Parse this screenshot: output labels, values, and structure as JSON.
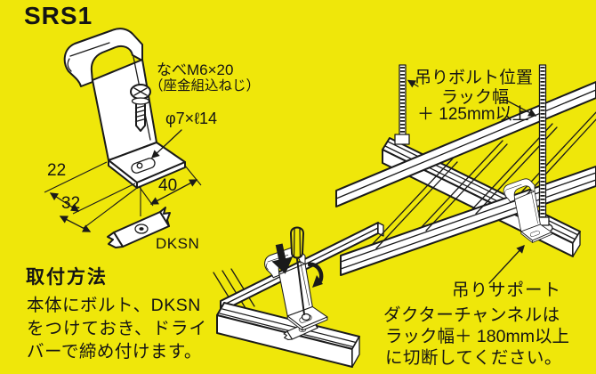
{
  "colors": {
    "background": "#EFE70A",
    "ink": "#1A1A1A",
    "paper": "#FFFFFF"
  },
  "product": {
    "model": "SRS1",
    "screw_spec": "なべM6×20",
    "screw_note": "（座金組込ねじ）",
    "slot_spec": "φ7×ℓ14",
    "dim_front": "22",
    "dim_total": "32",
    "dim_width": "40",
    "clamp_name": "DKSN"
  },
  "method": {
    "heading": "取付方法",
    "lines": [
      "本体にボルト、DKSN",
      "をつけておき、ドライ",
      "バーで締め付けます。"
    ]
  },
  "install": {
    "bolt_position_label": [
      "吊りボルト位置",
      "ラック幅",
      "＋ 125mm以上"
    ],
    "support_label": "吊りサポート",
    "note_lines": [
      "ダクターチャンネルは",
      "ラック幅＋ 180mm以上",
      "に切断してください。"
    ]
  }
}
